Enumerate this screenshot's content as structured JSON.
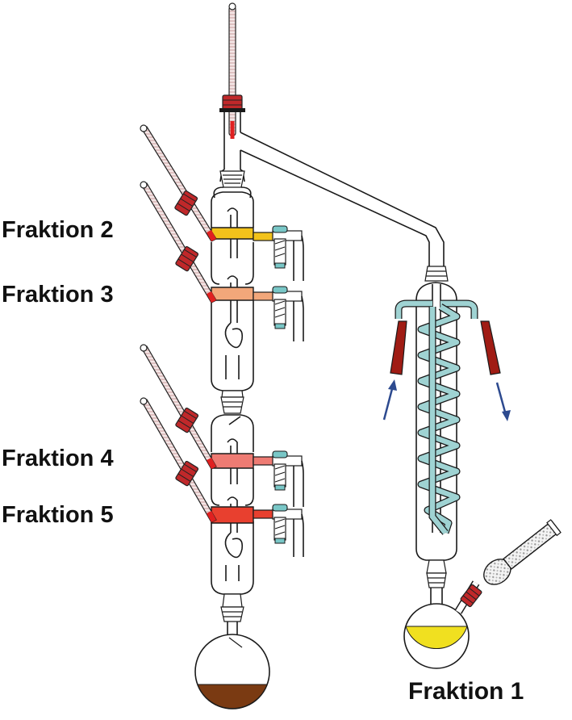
{
  "labels": {
    "fraktion1": "Fraktion 1",
    "fraktion2": "Fraktion 2",
    "fraktion3": "Fraktion 3",
    "fraktion4": "Fraktion 4",
    "fraktion5": "Fraktion 5"
  },
  "colors": {
    "glass_outline": "#1a1a1a",
    "fraktion2_liquid": "#f2c21b",
    "fraktion3_liquid": "#f2a77a",
    "fraktion4_liquid": "#ee7b73",
    "fraktion5_liquid": "#e8402f",
    "bottom_residue": "#7a3a12",
    "fraktion1_liquid": "#f0e020",
    "coolant_coil": "#9fd3d3",
    "hose": "#a01c14",
    "clamp": "#c0282a",
    "stopcock": "#79c7c7",
    "arrow": "#2d4a8f",
    "thermometer_scale": "#d9a0a0",
    "thermometer_bulb": "#e02020"
  }
}
